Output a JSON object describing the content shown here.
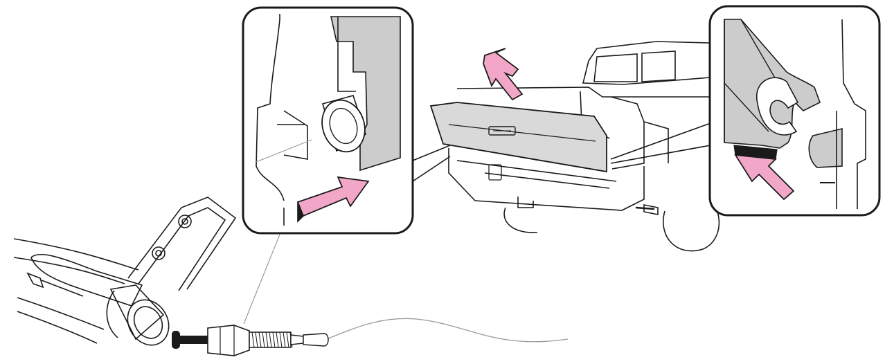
{
  "figure": {
    "colors": {
      "line": "#1a1a1a",
      "light_line": "#9a9a9a",
      "arrow_fill": "#f2a7c8",
      "arrow_stroke": "#1a1a1a",
      "tailgate_fill": "#d9d9d9",
      "panel_gray": "#cccccc",
      "background": "#ffffff",
      "callout_border": "#1a1a1a"
    },
    "icons": [
      "pink-arrow-up-right",
      "pink-arrow-right",
      "pink-arrow-up-left"
    ]
  }
}
